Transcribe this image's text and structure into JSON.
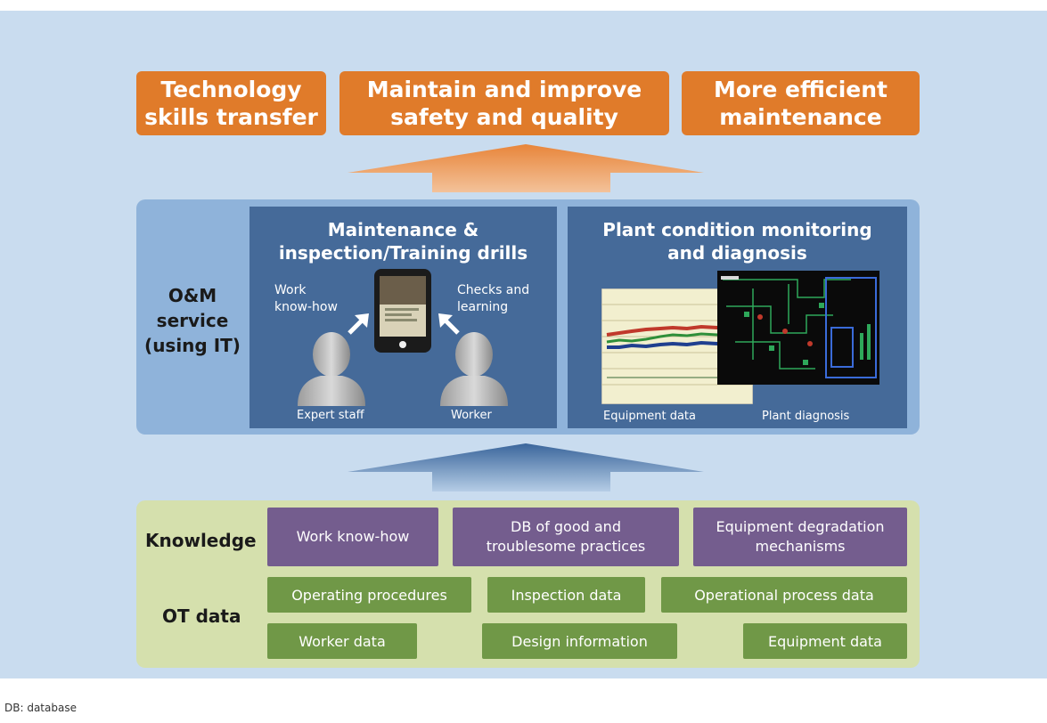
{
  "goals": [
    "Technology\nskills transfer",
    "Maintain and improve\nsafety and quality",
    "More efficient\nmaintenance"
  ],
  "om_service": {
    "label": "O&M\nservice\n(using IT)",
    "maintenance_panel": {
      "title": "Maintenance &\ninspection/Training drills",
      "left_caption": "Work\nknow-how",
      "right_caption": "Checks and\nlearning",
      "expert_label": "Expert staff",
      "worker_label": "Worker"
    },
    "monitoring_panel": {
      "title": "Plant condition monitoring\nand diagnosis",
      "equipment_label": "Equipment data",
      "diagnosis_label": "Plant diagnosis"
    }
  },
  "knowledge": {
    "label": "Knowledge",
    "items": [
      "Work know-how",
      "DB of good and\ntroublesome practices",
      "Equipment degradation\nmechanisms"
    ]
  },
  "ot_data": {
    "label": "OT data",
    "row1": [
      "Operating procedures",
      "Inspection data",
      "Operational process data"
    ],
    "row2": [
      "Worker data",
      "Design information",
      "Equipment data"
    ]
  },
  "footnote": "DB: database",
  "colors": {
    "background": "#c9dcef",
    "goal": "#e07b2a",
    "panel": "#456a99",
    "knowledge_box": "#745d8e",
    "ot_box": "#709847"
  }
}
